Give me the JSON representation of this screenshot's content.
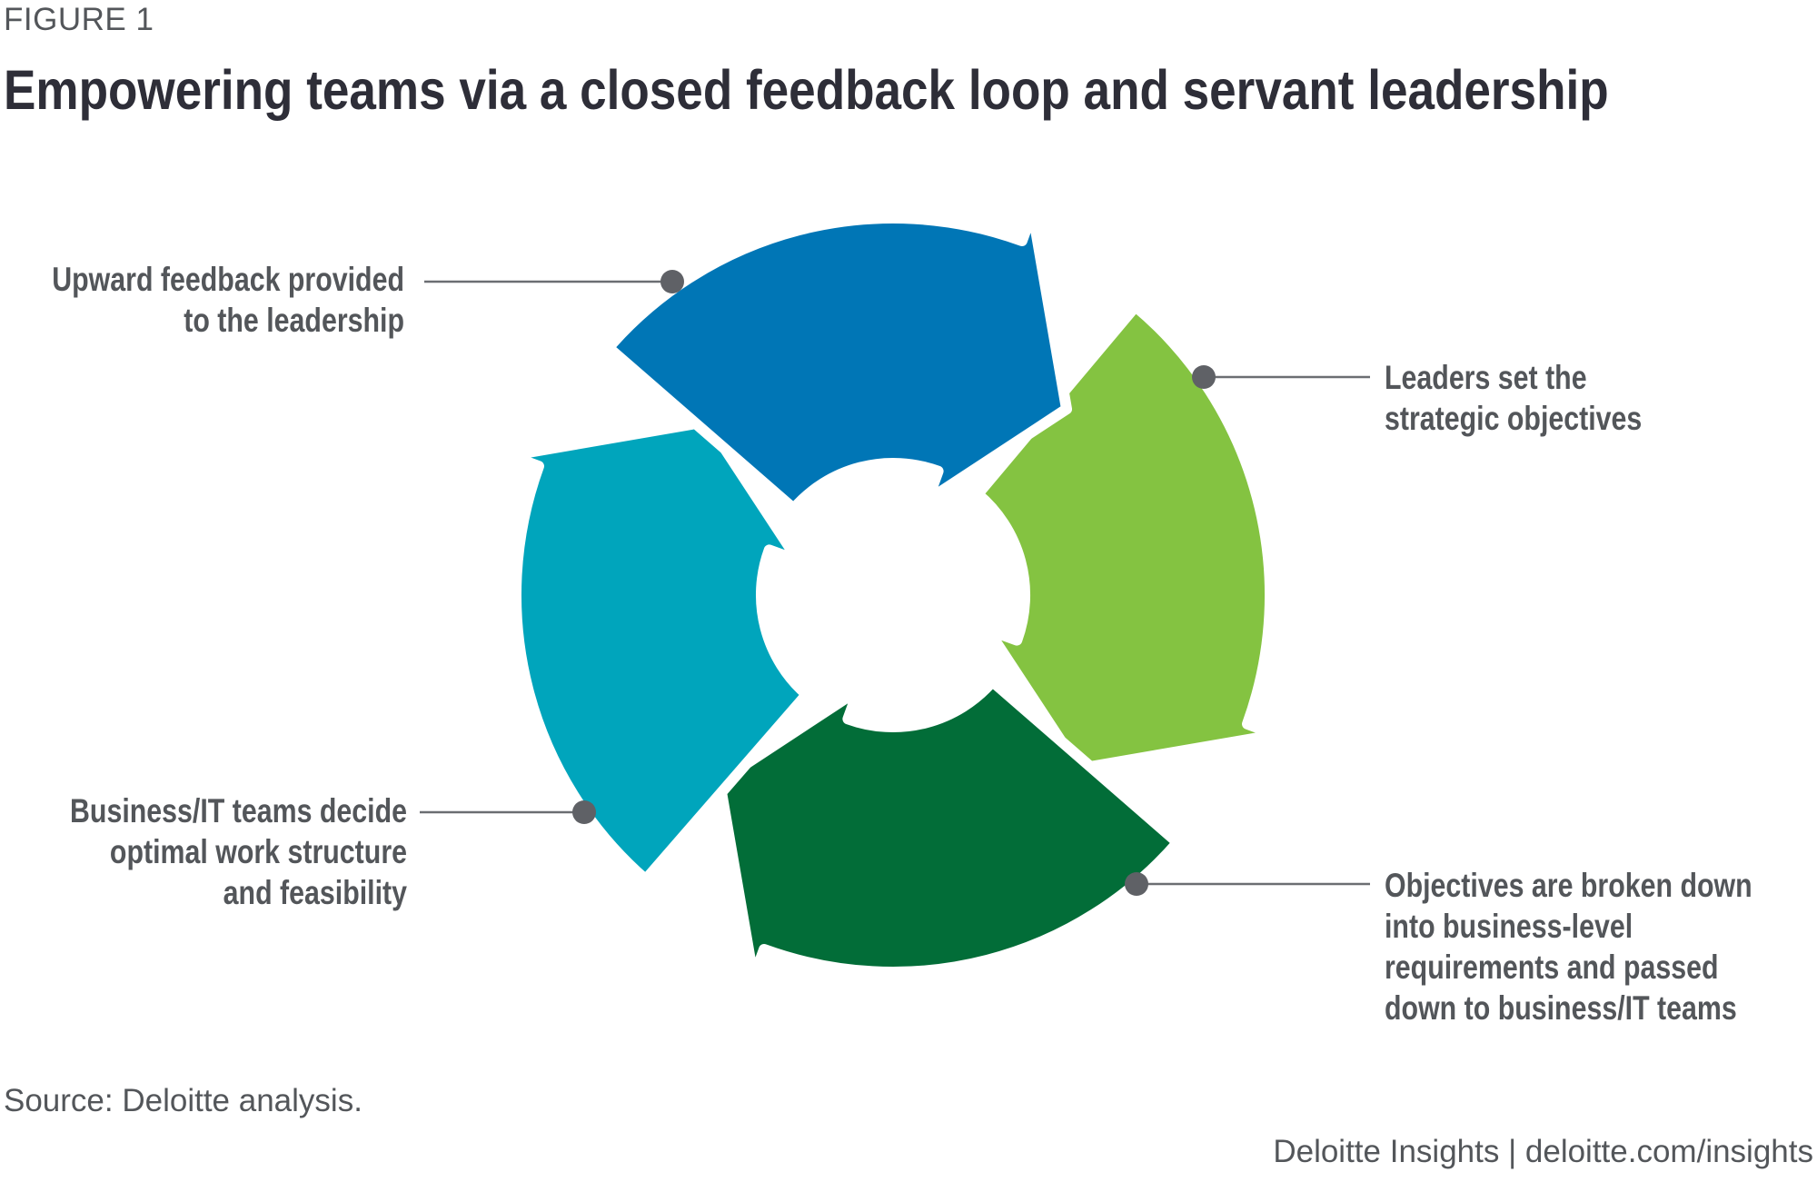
{
  "figure_label": "FIGURE 1",
  "title": "Empowering teams via a closed feedback loop and servant leadership",
  "cycle": {
    "colors": {
      "blue": "#0076b6",
      "light_green": "#84c341",
      "dark_green": "#026d38",
      "teal": "#00a5bc",
      "leader_dot": "#5f6166",
      "leader_line": "#6b6e72"
    },
    "steps": [
      {
        "lines": [
          "Leaders set the",
          "strategic objectives"
        ]
      },
      {
        "lines": [
          "Objectives are broken down",
          "into business-level",
          "requirements and passed",
          "down to business/IT teams"
        ]
      },
      {
        "lines": [
          "Business/IT teams decide",
          "optimal work structure",
          "and feasibility"
        ]
      },
      {
        "lines": [
          "Upward feedback provided",
          "to the leadership"
        ]
      }
    ]
  },
  "source": "Source: Deloitte analysis.",
  "footer": "Deloitte Insights | deloitte.com/insights"
}
